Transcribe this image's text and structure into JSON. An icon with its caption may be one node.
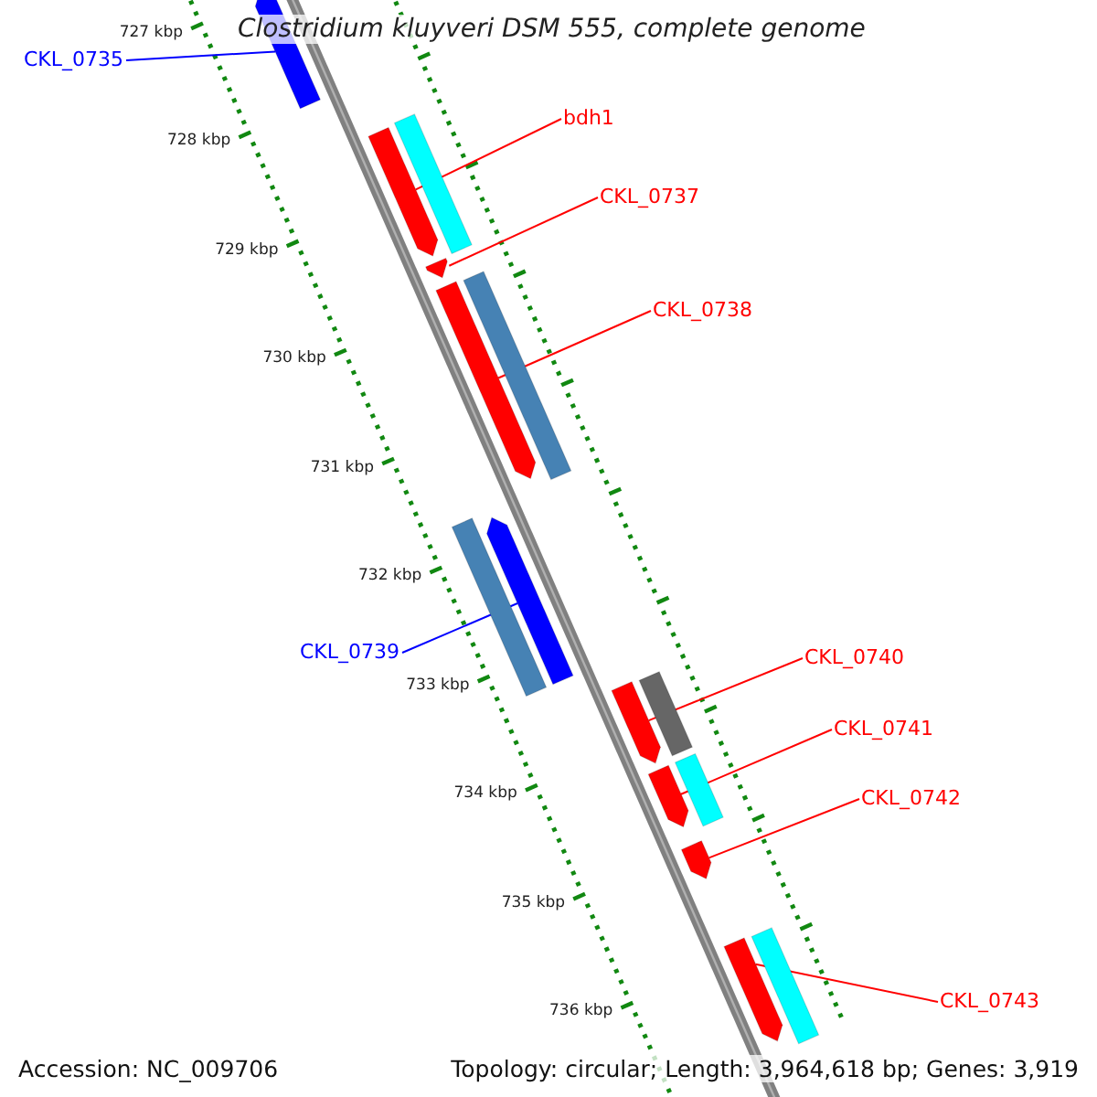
{
  "diagram": {
    "title": "Clostridium kluyveri DSM 555, complete genome",
    "nodes": [
      {
        "text": [
          "CKL_0735"
        ]
      },
      {
        "text": [
          "bdh1"
        ]
      },
      {
        "text": [
          "CKL_0737"
        ]
      },
      {
        "text": [
          "CKL_0738"
        ]
      },
      {
        "text": [
          "CKL_0739"
        ]
      },
      {
        "text": [
          "CKL_0740"
        ]
      },
      {
        "text": [
          "CKL_0741"
        ]
      },
      {
        "text": [
          "CKL_0742"
        ]
      },
      {
        "text": [
          "CKL_0743"
        ]
      },
      {
        "text": [],
        "shape": "bar"
      },
      {
        "text": [],
        "shape": "bar"
      },
      {
        "text": [],
        "shape": "bar"
      },
      {
        "text": [],
        "shape": "bar"
      },
      {
        "text": [],
        "shape": "bar"
      },
      {
        "text": [],
        "shape": "bar"
      },
      {
        "text": [],
        "shape": "bar"
      },
      {
        "text": [],
        "shape": "bar"
      },
      {
        "text": [],
        "shape": "bar"
      },
      {
        "text": [],
        "shape": "bar"
      },
      {
        "text": [],
        "shape": "bar"
      },
      {
        "text": [],
        "shape": "bar"
      },
      {
        "text": [],
        "shape": "bar"
      },
      {
        "text": [],
        "shape": "bar"
      },
      {
        "text": [],
        "shape": "bar"
      }
    ],
    "edges": [
      {
        "from": 0,
        "to": 9,
        "arrow": "none",
        "color": "#0000ff"
      },
      {
        "from": 1,
        "to": 10,
        "arrow": "none"
      },
      {
        "from": 2,
        "to": 12,
        "arrow": "none"
      },
      {
        "from": 3,
        "to": 13,
        "arrow": "none"
      },
      {
        "from": 4,
        "to": 16,
        "arrow": "none",
        "color": "#0000ff"
      },
      {
        "from": 5,
        "to": 17,
        "arrow": "none"
      },
      {
        "from": 6,
        "to": 19,
        "arrow": "none"
      },
      {
        "from": 7,
        "to": 21,
        "arrow": "none"
      },
      {
        "from": 8,
        "to": 22,
        "arrow": "none"
      }
    ],
    "labels": [
      "727 kbp",
      "728 kbp",
      "729 kbp",
      "730 kbp",
      "731 kbp",
      "732 kbp",
      "733 kbp",
      "734 kbp",
      "735 kbp",
      "736 kbp",
      "Accession: NC_009706",
      "Topology: circular; Length: 3,964,618 bp; Genes: 3,919"
    ]
  }
}
